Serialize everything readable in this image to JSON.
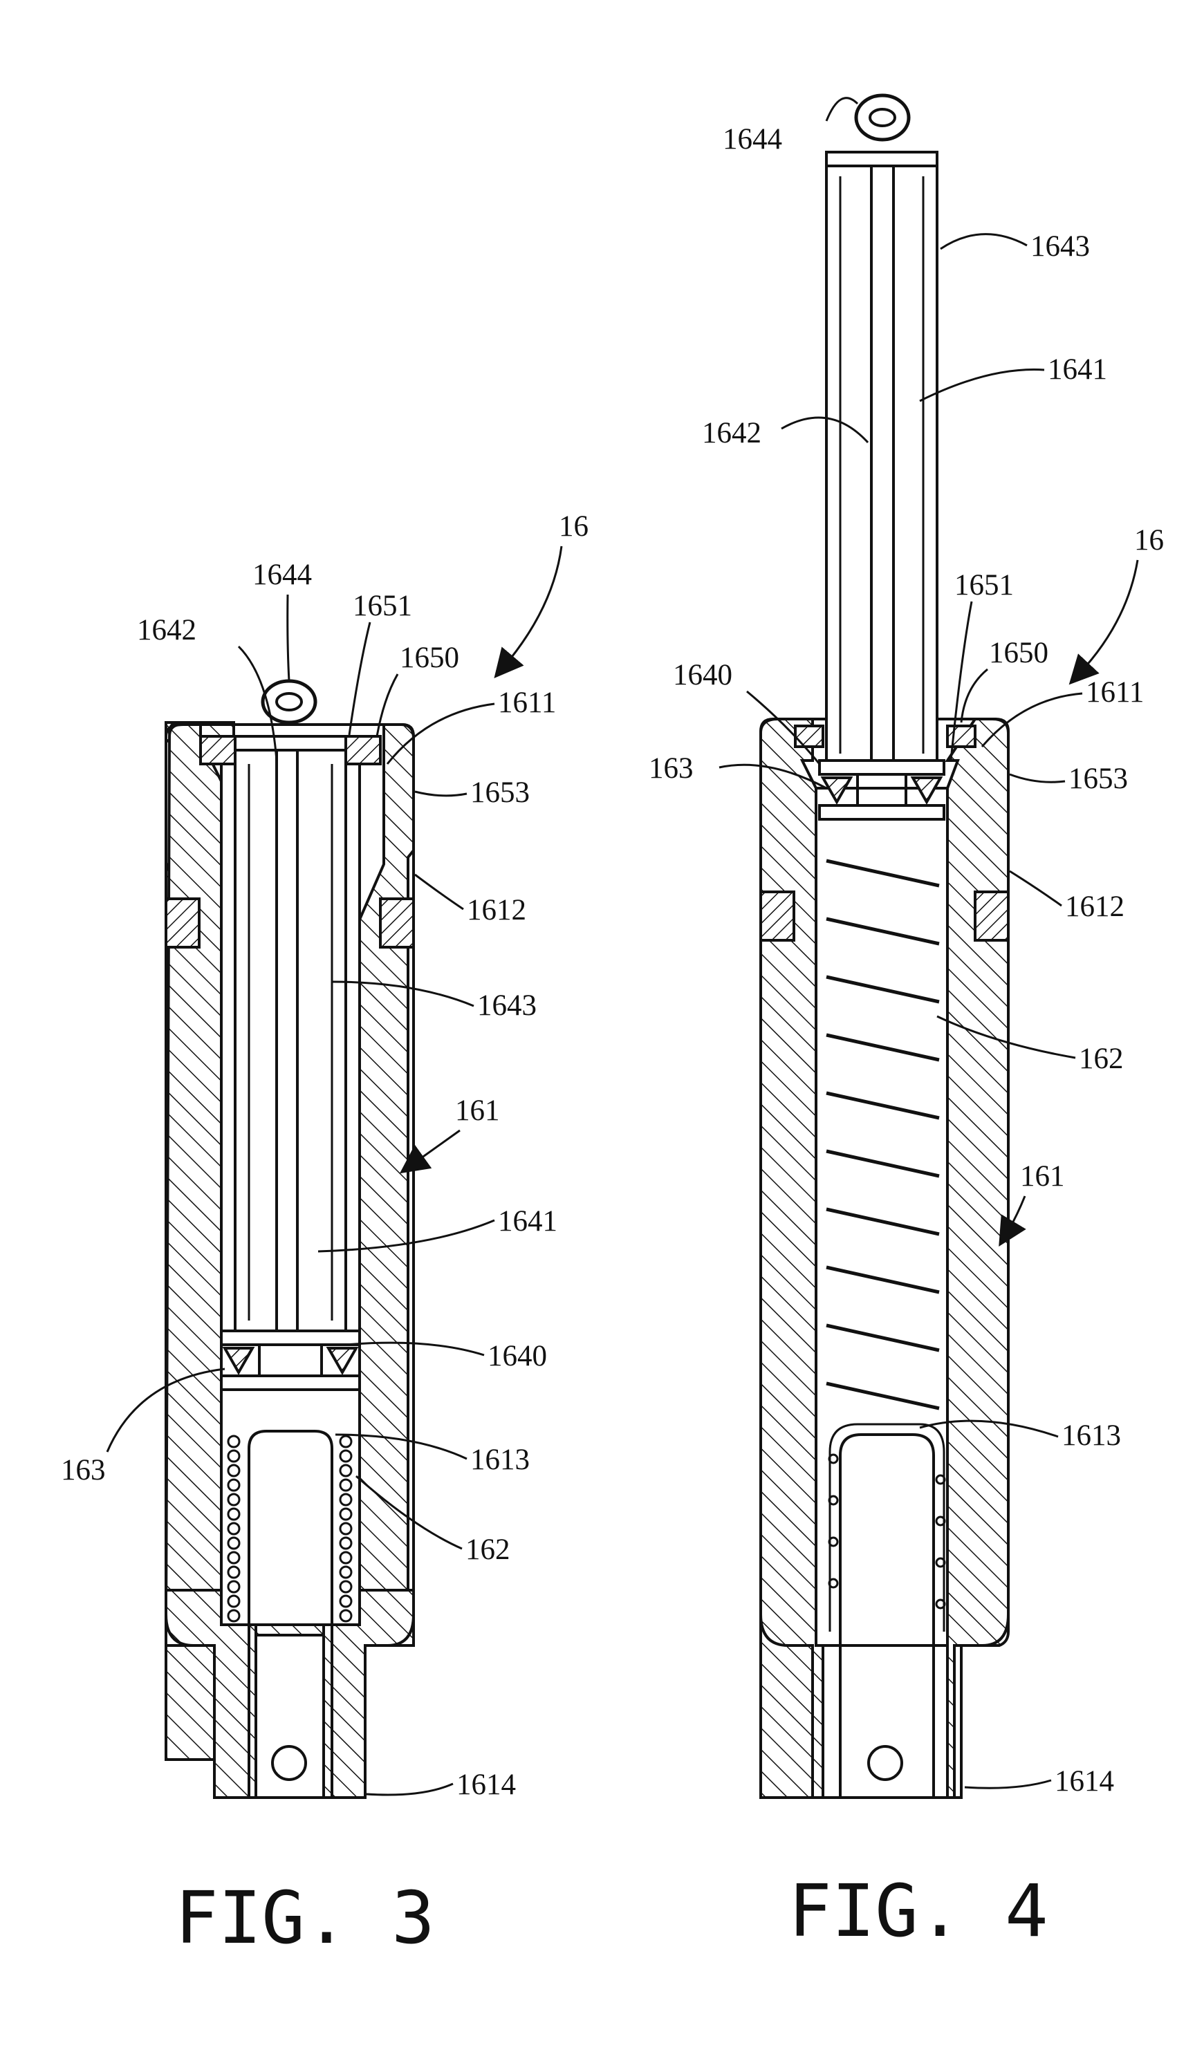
{
  "figures": [
    {
      "title": "FIG. 3",
      "labels": {
        "assembly": "16",
        "l1644": "1644",
        "l1651": "1651",
        "l1642": "1642",
        "l1650": "1650",
        "l1611": "1611",
        "l1653": "1653",
        "l1612": "1612",
        "l1643": "1643",
        "l161": "161",
        "l1641": "1641",
        "l1640": "1640",
        "l163": "163",
        "l1613": "1613",
        "l162": "162",
        "l1614": "1614"
      }
    },
    {
      "title": "FIG. 4",
      "labels": {
        "l1644": "1644",
        "l1643": "1643",
        "l1641": "1641",
        "l1642": "1642",
        "assembly": "16",
        "l1651": "1651",
        "l1640": "1640",
        "l1650": "1650",
        "l1611": "1611",
        "l163": "163",
        "l1653": "1653",
        "l1612": "1612",
        "l162": "162",
        "l161": "161",
        "l1613": "1613",
        "l1614": "1614"
      }
    }
  ]
}
